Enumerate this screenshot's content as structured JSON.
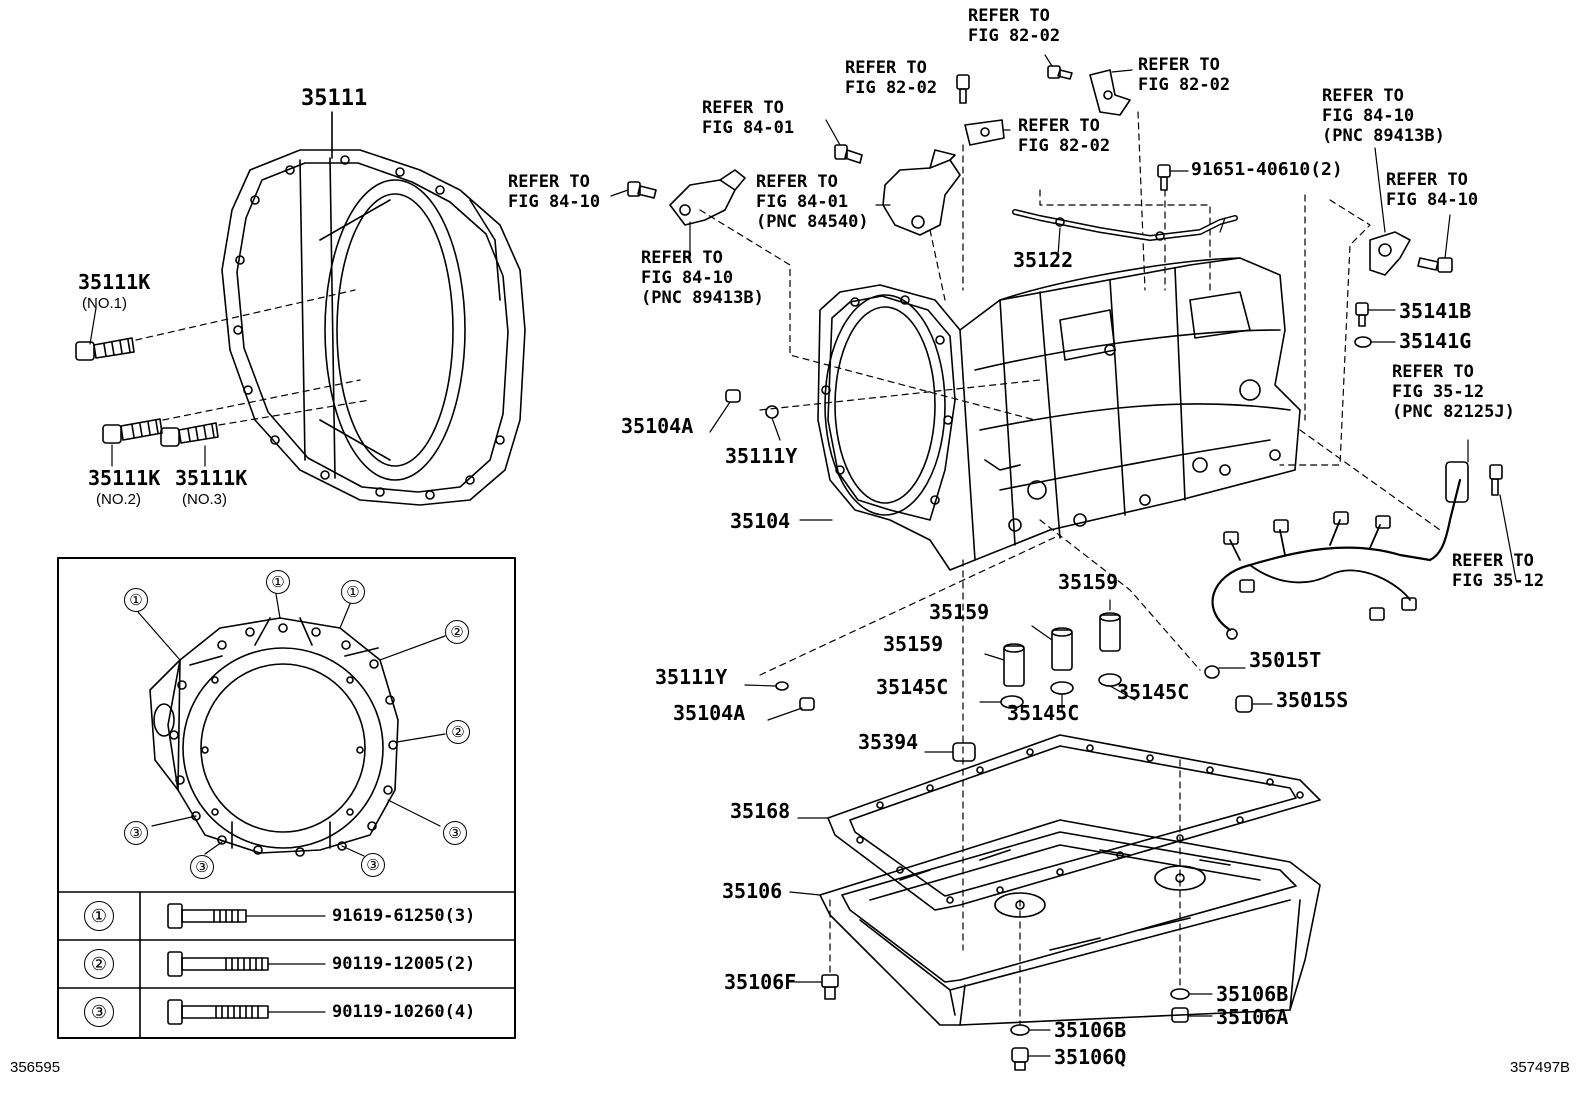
{
  "callouts": {
    "c35111": "35111",
    "c35111k_1": "35111K",
    "c35111k_1_sub": "(NO.1)",
    "c35111k_2": "35111K",
    "c35111k_2_sub": "(NO.2)",
    "c35111k_3": "35111K",
    "c35111k_3_sub": "(NO.3)",
    "c35104a_top": "35104A",
    "c35111y_top": "35111Y",
    "c35104": "35104",
    "c35122": "35122",
    "c91651": "91651-40610(2)",
    "c35141b": "35141B",
    "c35141g": "35141G",
    "c35159_a": "35159",
    "c35159_b": "35159",
    "c35159_c": "35159",
    "c35111y_bot": "35111Y",
    "c35104a_bot": "35104A",
    "c35145c_a": "35145C",
    "c35145c_b": "35145C",
    "c35145c_c": "35145C",
    "c35015t": "35015T",
    "c35015s": "35015S",
    "c35394": "35394",
    "c35168": "35168",
    "c35106": "35106",
    "c35106f": "35106F",
    "c35106b_r": "35106B",
    "c35106a": "35106A",
    "c35106b_l": "35106B",
    "c35106q": "35106Q"
  },
  "references": {
    "r_fig8202_top": "REFER TO\nFIG 82-02",
    "r_fig8202_a": "REFER TO\nFIG 82-02",
    "r_fig8202_b": "REFER TO\nFIG 82-02",
    "r_fig8202_c": "REFER TO\nFIG 82-02",
    "r_fig8401_a": "REFER TO\nFIG 84-01",
    "r_fig8401_b": "REFER TO\nFIG 84-01\n(PNC 84540)",
    "r_fig8410_a": "REFER TO\nFIG 84-10",
    "r_fig8410_b": "REFER TO\nFIG 84-10\n(PNC 89413B)",
    "r_fig8410_c": "REFER TO\nFIG 84-10\n(PNC 89413B)",
    "r_fig8410_d": "REFER TO\nFIG 84-10",
    "r_fig3512_a": "REFER TO\nFIG 35-12\n(PNC 82125J)",
    "r_fig3512_b": "REFER TO\nFIG 35-12"
  },
  "inset": {
    "markers": [
      "①",
      "①",
      "①",
      "②",
      "②",
      "③",
      "③",
      "③",
      "③"
    ]
  },
  "bolt_table": {
    "rows": [
      {
        "marker": "①",
        "part": "91619-61250(3)"
      },
      {
        "marker": "②",
        "part": "90119-12005(2)"
      },
      {
        "marker": "③",
        "part": "90119-10260(4)"
      }
    ]
  },
  "footer": {
    "left_code": "356595",
    "right_code": "357497B"
  }
}
